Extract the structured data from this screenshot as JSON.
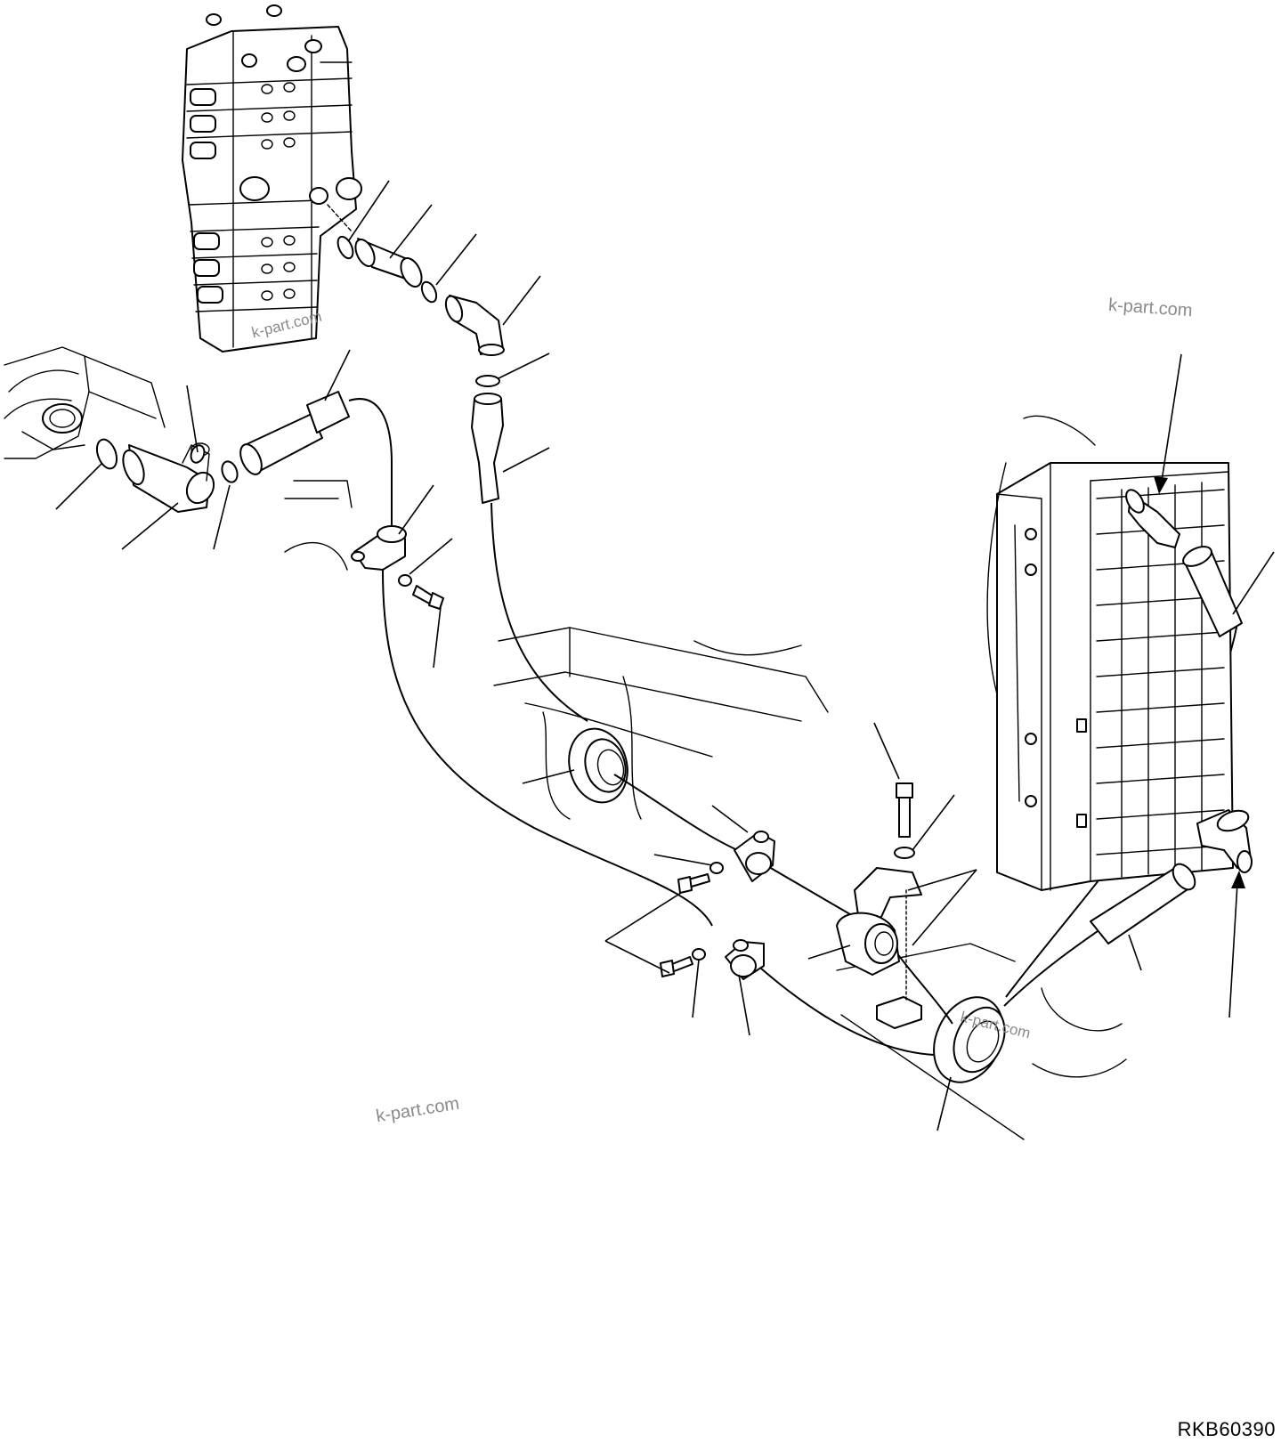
{
  "drawing_code": "RKB60390",
  "watermarks": [
    "k-part.com",
    "k-part.com",
    "k-part.com",
    "k-part.com"
  ],
  "colors": {
    "line": "#000000",
    "background": "#ffffff",
    "watermark": "#8a8a8a"
  },
  "components": [
    "control-valve",
    "swing-motor",
    "o-ring",
    "elbow",
    "adapter",
    "hose",
    "clamp",
    "bolt",
    "washer",
    "grommet",
    "oil-cooler",
    "bracket"
  ]
}
